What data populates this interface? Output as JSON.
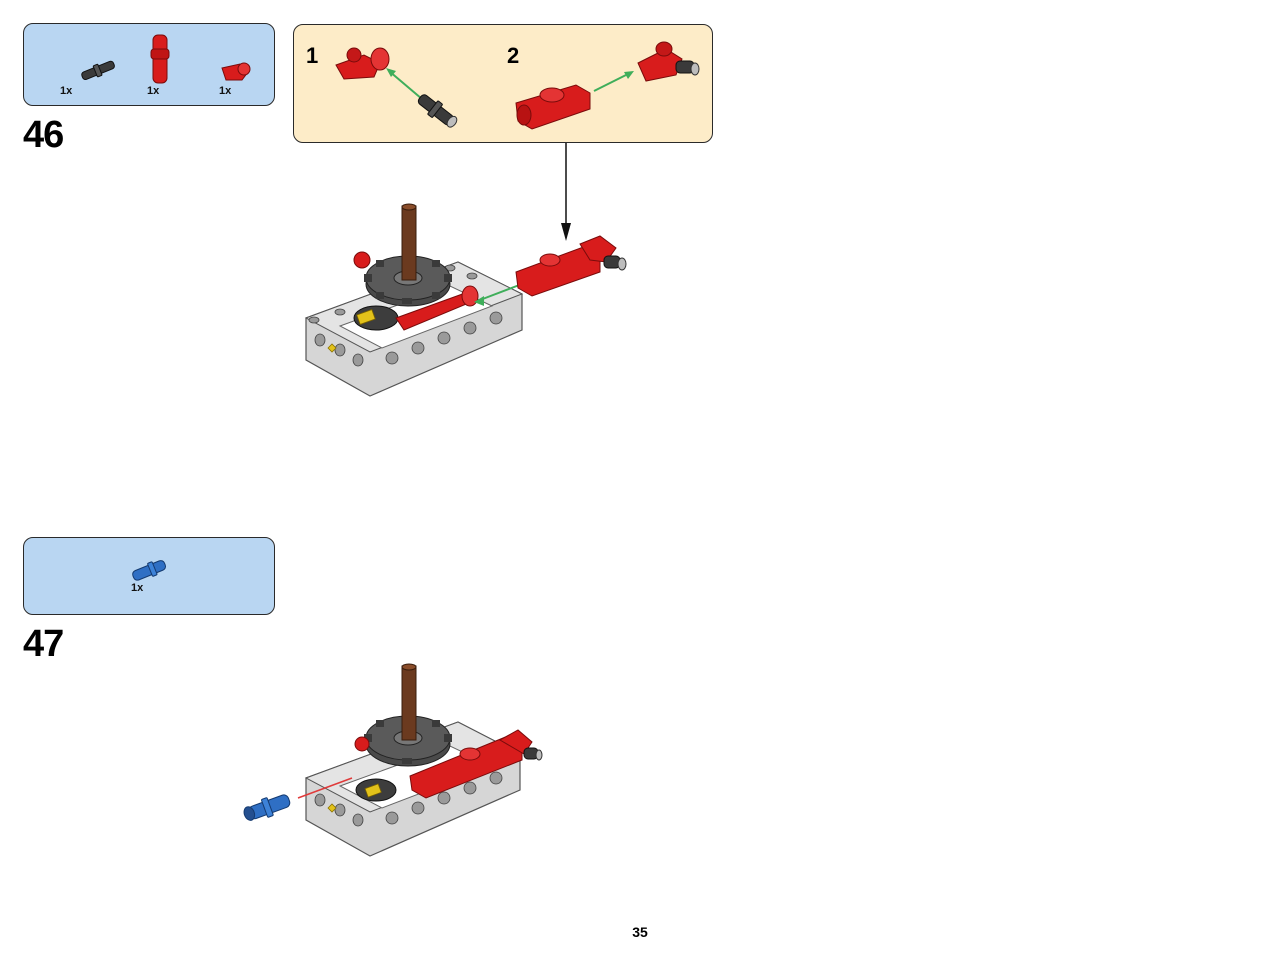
{
  "page_number": "35",
  "steps": [
    {
      "number": "46",
      "parts": [
        {
          "name": "black-friction-pin",
          "qty": "1x"
        },
        {
          "name": "red-axle-pin-connector",
          "qty": "1x"
        },
        {
          "name": "red-angle-connector",
          "qty": "1x"
        }
      ],
      "substeps": [
        {
          "number": "1"
        },
        {
          "number": "2"
        }
      ]
    },
    {
      "number": "47",
      "parts": [
        {
          "name": "blue-long-pin",
          "qty": "1x"
        }
      ]
    }
  ],
  "colors": {
    "parts_box": "#b9d6f2",
    "subassembly_box": "#fdecc8",
    "red": "#d81c1c",
    "brown": "#6b3a1f",
    "gray": "#cfcfcf",
    "dark_gray": "#4a4a4a",
    "blue": "#2f6fc4",
    "arrow_green": "#3fae5a"
  }
}
